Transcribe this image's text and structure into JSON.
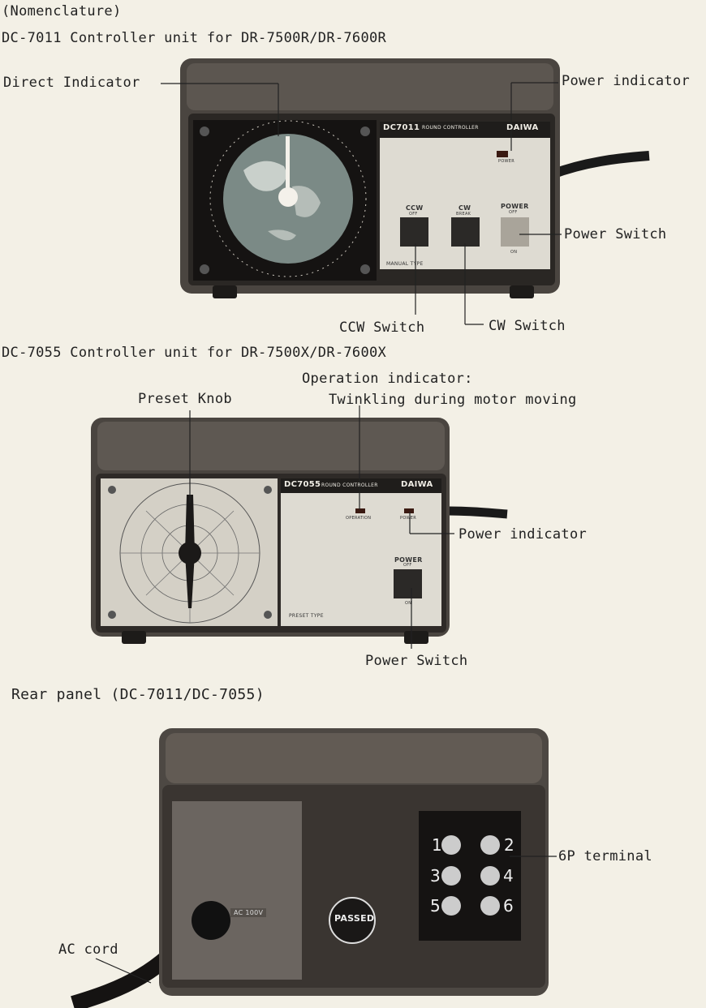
{
  "heading": "(Nomenclature)",
  "dc7011": {
    "caption": "DC-7011  Controller unit for DR-7500R/DR-7600R",
    "labels": {
      "direct_indicator": "Direct Indicator",
      "power_indicator": "Power indicator",
      "power_switch": "Power Switch",
      "ccw_switch": "CCW Switch",
      "cw_switch": "CW Switch"
    },
    "panel": {
      "model": "DC7011",
      "subtitle": "ROUND CONTROLLER",
      "brand": "DAIWA",
      "ccw": "CCW",
      "ccw_sub": "OFF",
      "cw": "CW",
      "cw_sub": "BREAK",
      "power": "POWER",
      "power_sub": "OFF",
      "power_on": "ON",
      "power_led": "POWER",
      "type": "MANUAL TYPE"
    }
  },
  "dc7055": {
    "caption": "DC-7055  Controller unit for DR-7500X/DR-7600X",
    "labels": {
      "operation_indicator_1": "Operation indicator:",
      "operation_indicator_2": "Twinkling during motor moving",
      "preset_knob": "Preset Knob",
      "power_indicator": "Power indicator",
      "power_switch": "Power Switch"
    },
    "panel": {
      "model": "DC7055",
      "subtitle": "ROUND CONTROLLER",
      "brand": "DAIWA",
      "operation": "OPERATION",
      "power_led": "POWER",
      "power": "POWER",
      "power_sub": "OFF",
      "power_on": "ON",
      "type": "PRESET TYPE"
    }
  },
  "rear": {
    "caption": "Rear panel (DC-7011/DC-7055)",
    "labels": {
      "terminal": "6P terminal",
      "ac_cord": "AC cord"
    },
    "terminals": [
      "1",
      "2",
      "3",
      "4",
      "5",
      "6"
    ],
    "badge": "PASSED",
    "cord_tag": "AC 100V"
  }
}
